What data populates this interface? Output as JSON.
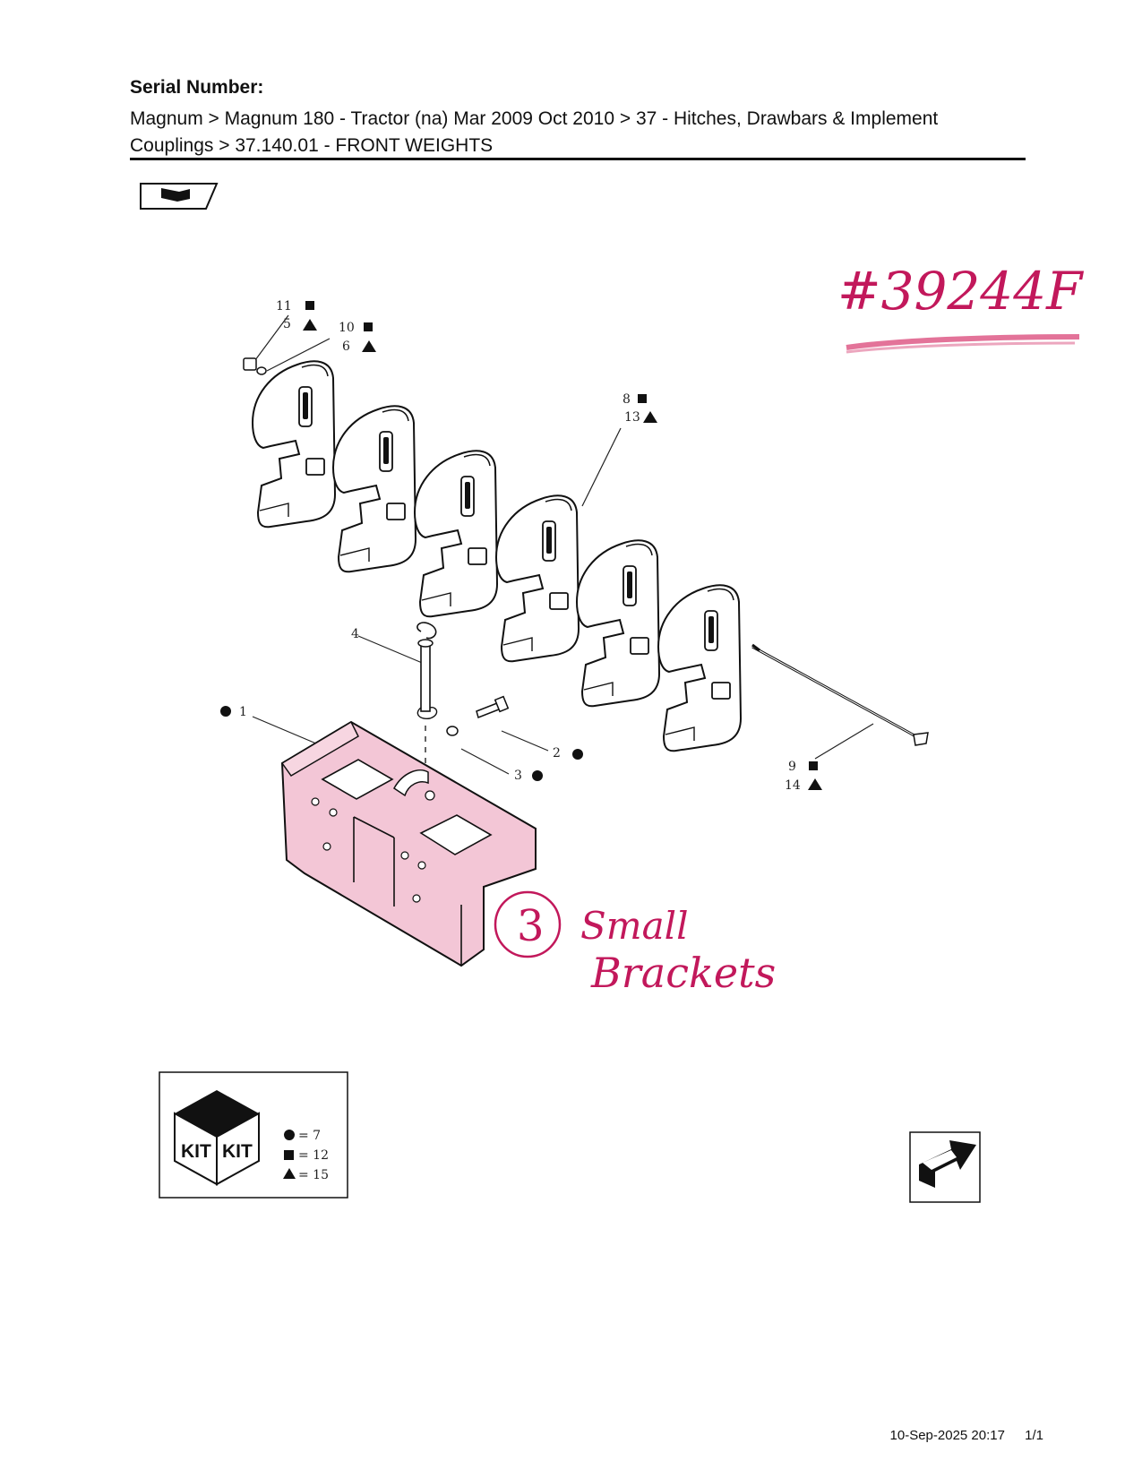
{
  "header": {
    "serial_label": "Serial Number:",
    "breadcrumb_line1": "Magnum > Magnum 180 - Tractor (na) Mar 2009 Oct 2010 > 37 - Hitches, Drawbars & Implement",
    "breadcrumb_line2": "Couplings > 37.140.01 - FRONT WEIGHTS"
  },
  "callouts": {
    "c1": "1",
    "c2": "2",
    "c3": "3",
    "c4": "4",
    "c5": "5",
    "c6": "6",
    "c8": "8",
    "c9": "9",
    "c10": "10",
    "c11": "11",
    "c13": "13",
    "c14": "14"
  },
  "handwriting": {
    "reference": "#39244F",
    "circled_number": "3",
    "note_line1": "Small",
    "note_line2": "Brackets",
    "ink_color": "#c2185b"
  },
  "kit_legend": {
    "kit_text_left": "KIT",
    "kit_text_right": "KIT",
    "circle_count": "= 7",
    "square_count": "= 12",
    "triangle_count": "= 15"
  },
  "footer": {
    "datetime": "10-Sep-2025 20:17",
    "page": "1/1"
  },
  "icons": [
    "book-nav-icon",
    "next-page-arrow-icon",
    "kit-box-icon"
  ],
  "highlight_color": "#f3c6d6"
}
